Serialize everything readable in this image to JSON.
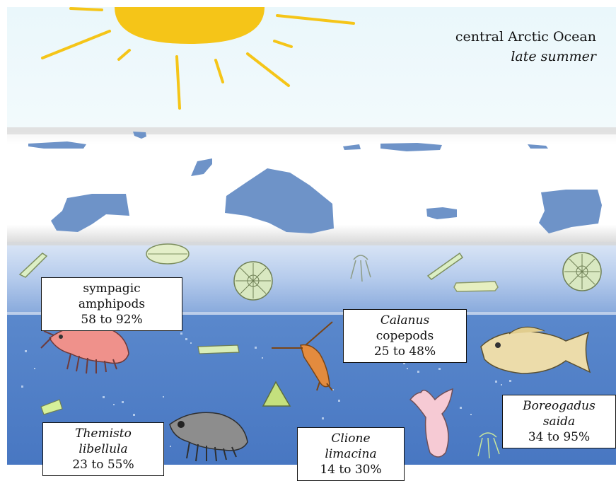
{
  "title": {
    "line1": "central Arctic Ocean",
    "line2": "late summer"
  },
  "labels": {
    "sympagic_amphipods": {
      "name": "sympagic amphipods",
      "range": "58 to 92%"
    },
    "calanus": {
      "name_italic": "Calanus",
      "name_rest": " copepods",
      "range": "25 to 48%"
    },
    "themisto": {
      "name_italic": "Themisto libellula",
      "range": "23 to 55%"
    },
    "clione": {
      "name_italic": "Clione limacina",
      "range": "14 to 30%"
    },
    "boreogadus": {
      "name_italic": "Boreogadus saida",
      "range": "34 to 95%"
    }
  },
  "colors": {
    "sky": "#eef8fb",
    "sun": "#f5c518",
    "ice": "#ffffff",
    "melt_pond": "#6e93c8",
    "under_ice": "#9fbde6",
    "water": "#4a7cc6",
    "amphipod": "#ee8a86",
    "themisto": "#8a8a8a",
    "copepod": "#e08a3c",
    "cod": "#ecdcaa",
    "clione": "#f5c9d3",
    "algae": "#c9e8a0"
  }
}
